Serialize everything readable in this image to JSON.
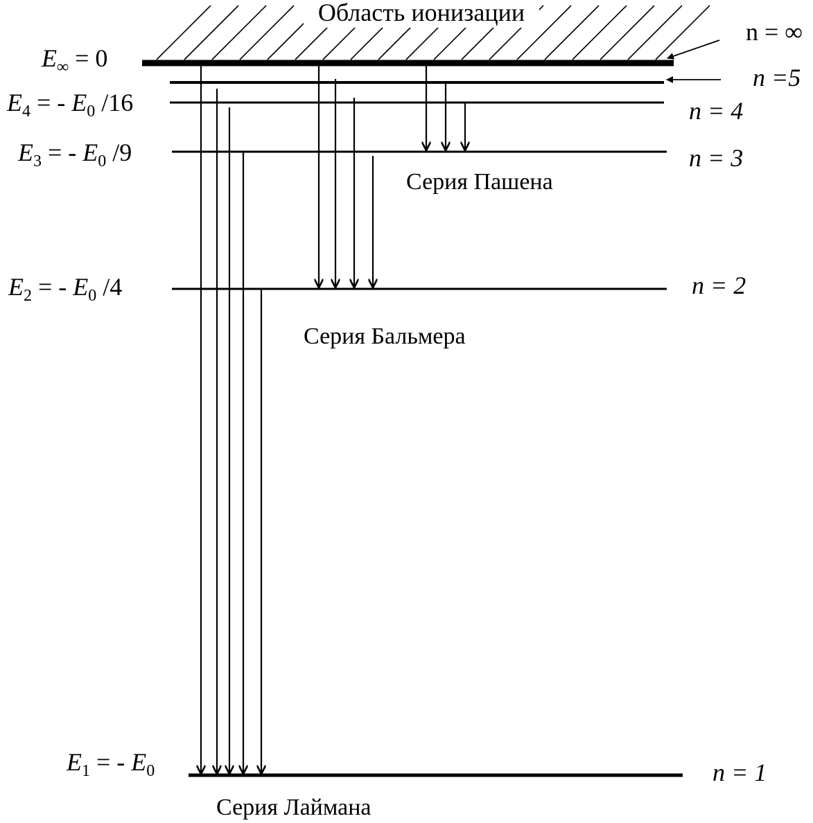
{
  "ionization_region": "Область ионизации",
  "levels": [
    {
      "key": "inf",
      "n_label": "n = ∞",
      "energy": {
        "E": "E",
        "sub": "∞",
        "rest": " = 0"
      }
    },
    {
      "key": "5",
      "n_label": "n =5",
      "energy": null
    },
    {
      "key": "4",
      "n_label": "n = 4",
      "energy": {
        "E": "E",
        "sub": "4",
        "rest": " = - ",
        "E0": "E",
        "sub0": "0",
        "tail": " /16"
      }
    },
    {
      "key": "3",
      "n_label": "n = 3",
      "energy": {
        "E": "E",
        "sub": "3",
        "rest": " = - ",
        "E0": "E",
        "sub0": "0",
        "tail": " /9"
      }
    },
    {
      "key": "2",
      "n_label": "n = 2",
      "energy": {
        "E": "E",
        "sub": "2",
        "rest": " = - ",
        "E0": "E",
        "sub0": "0",
        "tail": " /4"
      }
    },
    {
      "key": "1",
      "n_label": "n = 1",
      "energy": {
        "E": "E",
        "sub": "1",
        "rest": " = - ",
        "E0": "E",
        "sub0": "0",
        "tail": ""
      }
    }
  ],
  "series": {
    "paschen": "Серия  Пашена",
    "balmer": "Серия  Бальмера",
    "lyman": "Серия  Лаймана"
  }
}
